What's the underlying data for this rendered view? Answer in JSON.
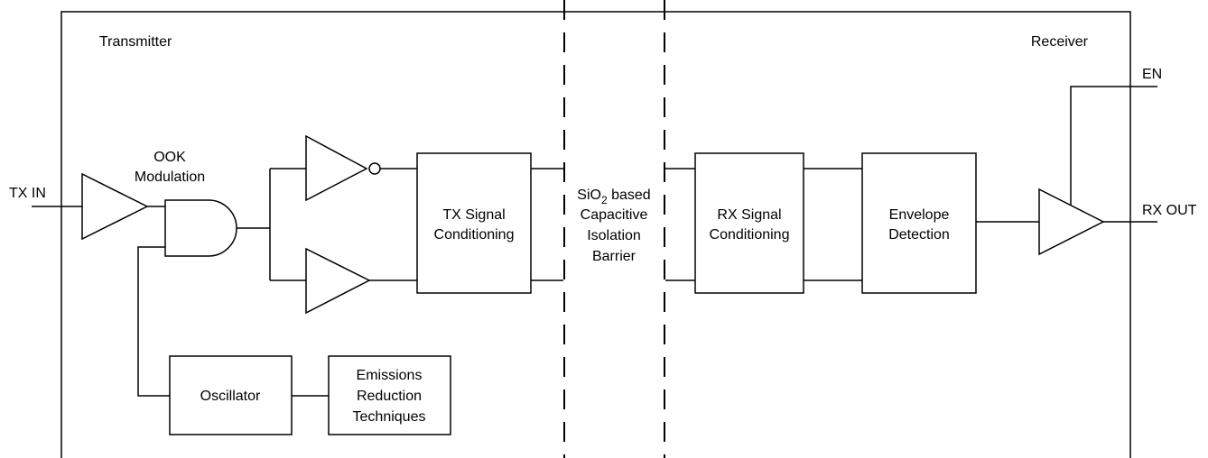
{
  "sections": {
    "transmitter": "Transmitter",
    "receiver": "Receiver"
  },
  "pins": {
    "tx_in": "TX IN",
    "rx_out": "RX OUT",
    "en": "EN"
  },
  "ook": {
    "line1": "OOK",
    "line2": "Modulation"
  },
  "blocks": {
    "tx_signal": [
      "TX Signal",
      "Conditioning"
    ],
    "rx_signal": [
      "RX Signal",
      "Conditioning"
    ],
    "envelope": [
      "Envelope",
      "Detection"
    ],
    "oscillator": "Oscillator",
    "emissions": [
      "Emissions",
      "Reduction",
      "Techniques"
    ]
  },
  "barrier": {
    "line1_prefix": "SiO",
    "line1_sub": "2",
    "line1_suffix": " based",
    "line2": "Capacitive",
    "line3": "Isolation",
    "line4": "Barrier"
  }
}
